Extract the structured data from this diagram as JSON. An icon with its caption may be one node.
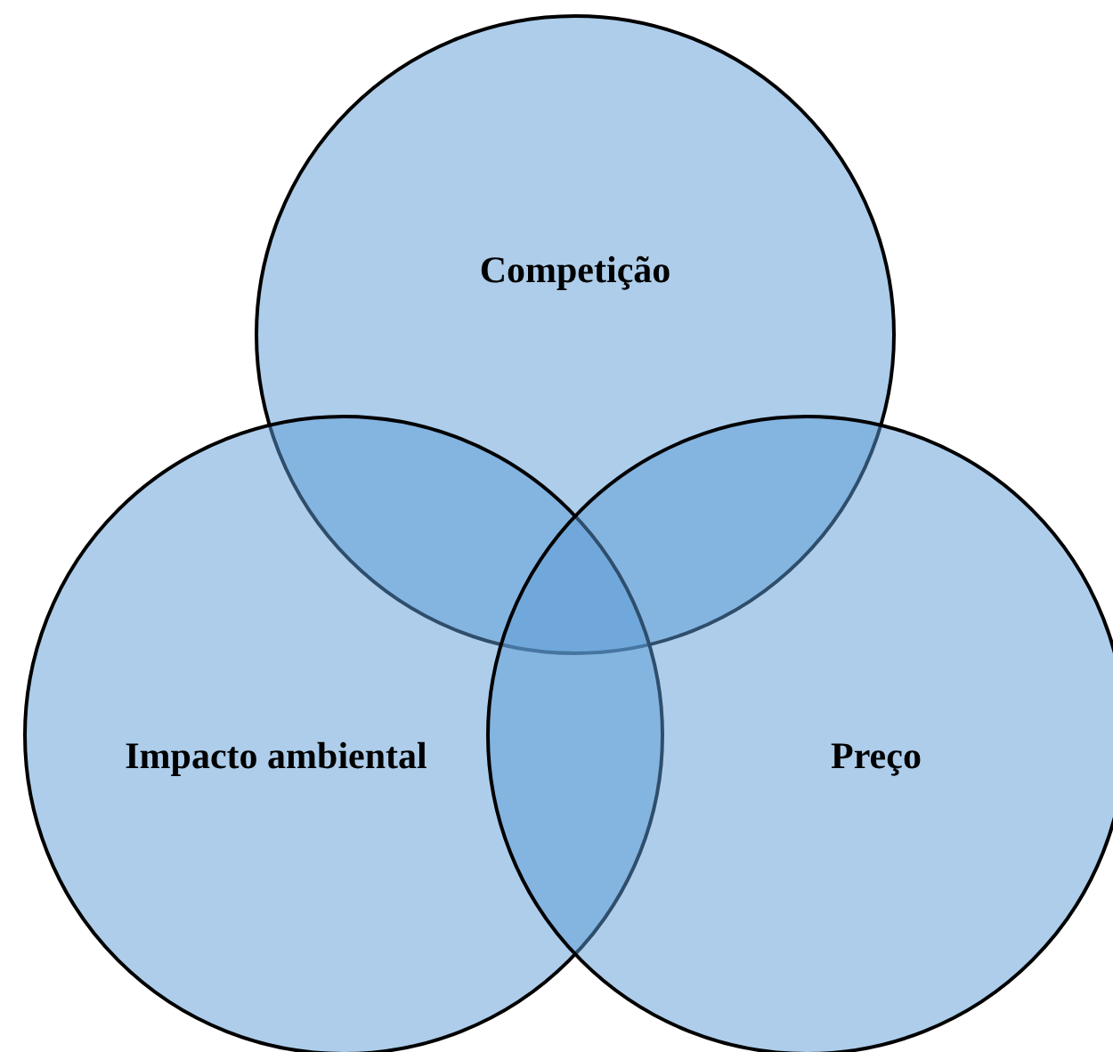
{
  "diagram": {
    "nodes": [
      {
        "text": [
          "Competição"
        ]
      },
      {
        "text": [
          "Impacto ambiental"
        ]
      },
      {
        "text": [
          "Preço"
        ]
      }
    ],
    "edges": []
  }
}
